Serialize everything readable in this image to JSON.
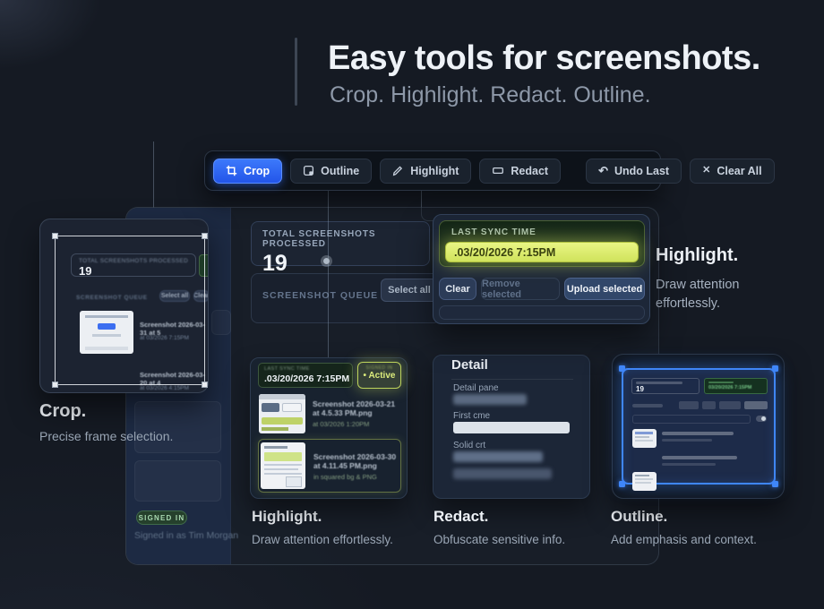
{
  "header": {
    "title": "Easy tools for screenshots.",
    "subtitle": "Crop. Highlight. Redact. Outline."
  },
  "toolbar": {
    "crop": "Crop",
    "outline": "Outline",
    "highlight": "Highlight",
    "redact": "Redact",
    "undo": "Undo Last",
    "clear": "Clear All"
  },
  "colors": {
    "accent_blue": "#2f6bf6",
    "highlight_green": "#dcea72",
    "outline_blue": "#3f86f8"
  },
  "dashboard": {
    "stat_label": "TOTAL SCREENSHOTS PROCESSED",
    "stat_value": "19",
    "queue_label": "SCREENSHOT QUEUE",
    "select_all": "Select all"
  },
  "sync_panel": {
    "label": "LAST SYNC TIME",
    "value": ".03/20/2026 7:15PM",
    "clear": "Clear",
    "remove": "Remove selected",
    "upload": "Upload selected"
  },
  "crop_demo": {
    "stat_label": "TOTAL SCREENSHOTS PROCESSED",
    "stat_value": "19",
    "queue_label": "SCREENSHOT QUEUE",
    "select_all": "Select all",
    "clear": "Clear",
    "items": [
      {
        "name": "Screenshot 2026-03-31 at 5",
        "meta": "at 03/2026 7:15PM"
      },
      {
        "name": "Screenshot 2026-03-20 at 4",
        "meta": "at 03/2026 4:15PM"
      }
    ],
    "caption": "Crop.",
    "caption_sub": "Precise frame selection."
  },
  "highlight_demo": {
    "sync_label": "LAST SYNC TIME",
    "sync_value": ".03/20/2026 7:15PM",
    "badge_top": "SIGNED IN",
    "badge": "• Active",
    "items": [
      {
        "name": "Screenshot 2026-03-21 at 4.5.33 PM.png",
        "meta": "at 03/2026 1:20PM"
      },
      {
        "name": "Screenshot 2026-03-30 at 4.11.45 PM.png",
        "meta": "in squared bg & PNG"
      }
    ],
    "caption": "Highlight.",
    "caption_sub": "Draw attention effortlessly."
  },
  "redact_demo": {
    "title": "Detail",
    "fields": [
      {
        "label": "Detail pane"
      },
      {
        "label": "First cme"
      },
      {
        "label": "Solid crt"
      }
    ],
    "caption": "Redact.",
    "caption_sub": "Obfuscate sensitive info."
  },
  "outline_demo": {
    "stat_value": "19",
    "sync_value": "03/20/2026 7:15PM",
    "caption": "Outline.",
    "caption_sub": "Add emphasis and context."
  },
  "side_captions": {
    "highlight_title": "Highlight.",
    "highlight_sub": "Draw attention effortlessly."
  },
  "signed_in": {
    "badge": "SIGNED IN",
    "text": "Signed in as Tim Morgan"
  }
}
